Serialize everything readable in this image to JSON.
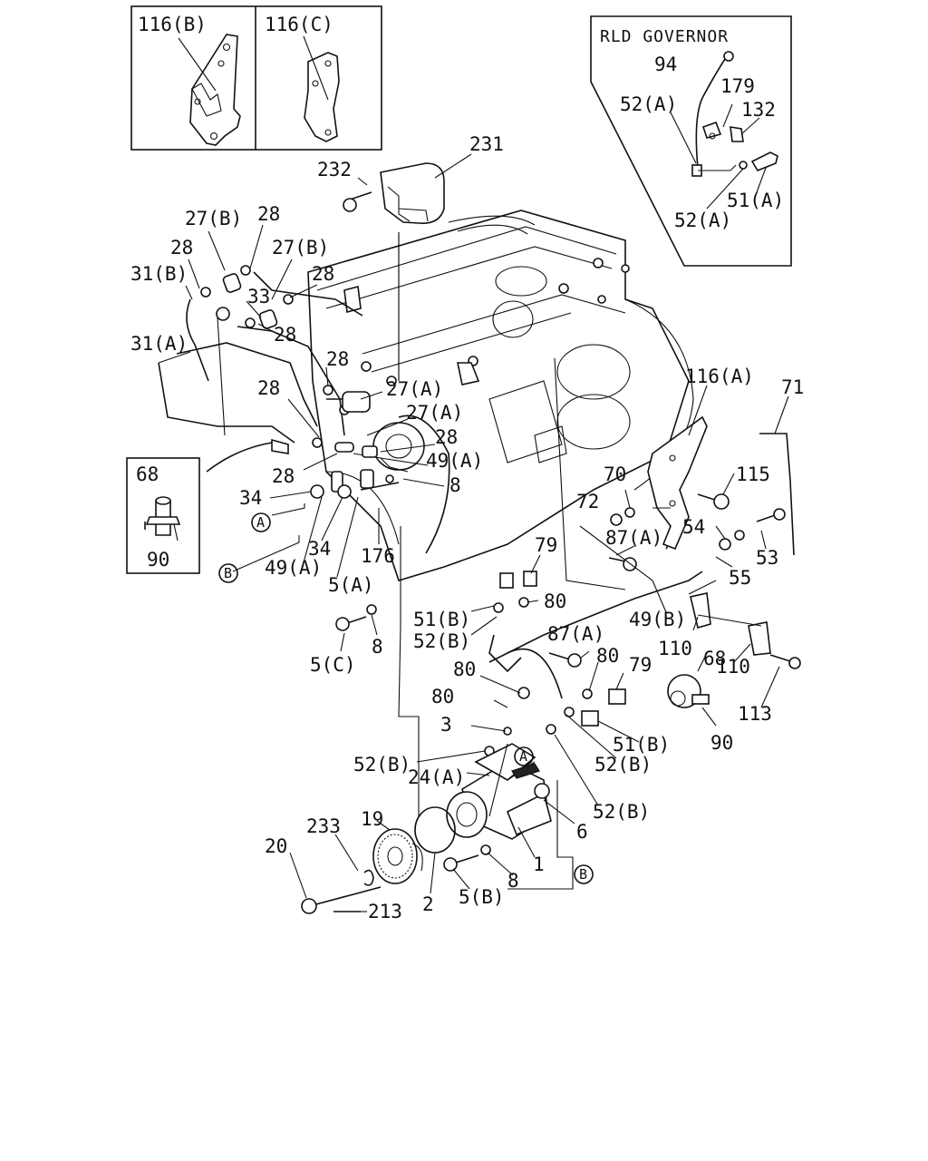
{
  "inset_labels": {
    "bracket_b": "116(B)",
    "bracket_c": "116(C)",
    "rld_title": "RLD GOVERNOR",
    "hose_clip_68": "68",
    "hose_clip_90": "90"
  },
  "callouts": [
    {
      "id": "c-94",
      "text": "94"
    },
    {
      "id": "c-179",
      "text": "179"
    },
    {
      "id": "c-52a-1",
      "text": "52(A)"
    },
    {
      "id": "c-132",
      "text": "132"
    },
    {
      "id": "c-51a",
      "text": "51(A)"
    },
    {
      "id": "c-52a-2",
      "text": "52(A)"
    },
    {
      "id": "c-231",
      "text": "231"
    },
    {
      "id": "c-232",
      "text": "232"
    },
    {
      "id": "c-27b-1",
      "text": "27(B)"
    },
    {
      "id": "c-28-1",
      "text": "28"
    },
    {
      "id": "c-28-2",
      "text": "28"
    },
    {
      "id": "c-27b-2",
      "text": "27(B)"
    },
    {
      "id": "c-31b",
      "text": "31(B)"
    },
    {
      "id": "c-28-3",
      "text": "28"
    },
    {
      "id": "c-33",
      "text": "33"
    },
    {
      "id": "c-28-4",
      "text": "28"
    },
    {
      "id": "c-31a",
      "text": "31(A)"
    },
    {
      "id": "c-28-5",
      "text": "28"
    },
    {
      "id": "c-28-6",
      "text": "28"
    },
    {
      "id": "c-27a-1",
      "text": "27(A)"
    },
    {
      "id": "c-27a-2",
      "text": "27(A)"
    },
    {
      "id": "c-28-7",
      "text": "28"
    },
    {
      "id": "c-49a-1",
      "text": "49(A)"
    },
    {
      "id": "c-28-8",
      "text": "28"
    },
    {
      "id": "c-8-1",
      "text": "8"
    },
    {
      "id": "c-34-1",
      "text": "34"
    },
    {
      "id": "c-34-2",
      "text": "34"
    },
    {
      "id": "c-176",
      "text": "176"
    },
    {
      "id": "c-49a-2",
      "text": "49(A)"
    },
    {
      "id": "c-5a",
      "text": "5(A)"
    },
    {
      "id": "c-116a",
      "text": "116(A)"
    },
    {
      "id": "c-71",
      "text": "71"
    },
    {
      "id": "c-70",
      "text": "70"
    },
    {
      "id": "c-115",
      "text": "115"
    },
    {
      "id": "c-72",
      "text": "72"
    },
    {
      "id": "c-54",
      "text": "54"
    },
    {
      "id": "c-53",
      "text": "53"
    },
    {
      "id": "c-87a-1",
      "text": "87(A)"
    },
    {
      "id": "c-55",
      "text": "55"
    },
    {
      "id": "c-79-1",
      "text": "79"
    },
    {
      "id": "c-80-1",
      "text": "80"
    },
    {
      "id": "c-51b-1",
      "text": "51(B)"
    },
    {
      "id": "c-52b-1",
      "text": "52(B)"
    },
    {
      "id": "c-49b",
      "text": "49(B)"
    },
    {
      "id": "c-110-1",
      "text": "110"
    },
    {
      "id": "c-87a-2",
      "text": "87(A)"
    },
    {
      "id": "c-68",
      "text": "68"
    },
    {
      "id": "c-80-2",
      "text": "80"
    },
    {
      "id": "c-79-2",
      "text": "79"
    },
    {
      "id": "c-110-2",
      "text": "110"
    },
    {
      "id": "c-80-3",
      "text": "80"
    },
    {
      "id": "c-80-4",
      "text": "80"
    },
    {
      "id": "c-113",
      "text": "113"
    },
    {
      "id": "c-90",
      "text": "90"
    },
    {
      "id": "c-3",
      "text": "3"
    },
    {
      "id": "c-51b-2",
      "text": "51(B)"
    },
    {
      "id": "c-52b-2",
      "text": "52(B)"
    },
    {
      "id": "c-52b-3",
      "text": "52(B)"
    },
    {
      "id": "c-24a",
      "text": "24(A)"
    },
    {
      "id": "c-52b-4",
      "text": "52(B)"
    },
    {
      "id": "c-6",
      "text": "6"
    },
    {
      "id": "c-233",
      "text": "233"
    },
    {
      "id": "c-19",
      "text": "19"
    },
    {
      "id": "c-20",
      "text": "20"
    },
    {
      "id": "c-1",
      "text": "1"
    },
    {
      "id": "c-8-2",
      "text": "8"
    },
    {
      "id": "c-5b",
      "text": "5(B)"
    },
    {
      "id": "c-2",
      "text": "2"
    },
    {
      "id": "c-213",
      "text": "213"
    },
    {
      "id": "c-8-3",
      "text": "8"
    },
    {
      "id": "c-5c",
      "text": "5(C)"
    }
  ],
  "reference_marks": {
    "a1": "A",
    "b1": "B",
    "a2": "A",
    "b2": "B"
  }
}
